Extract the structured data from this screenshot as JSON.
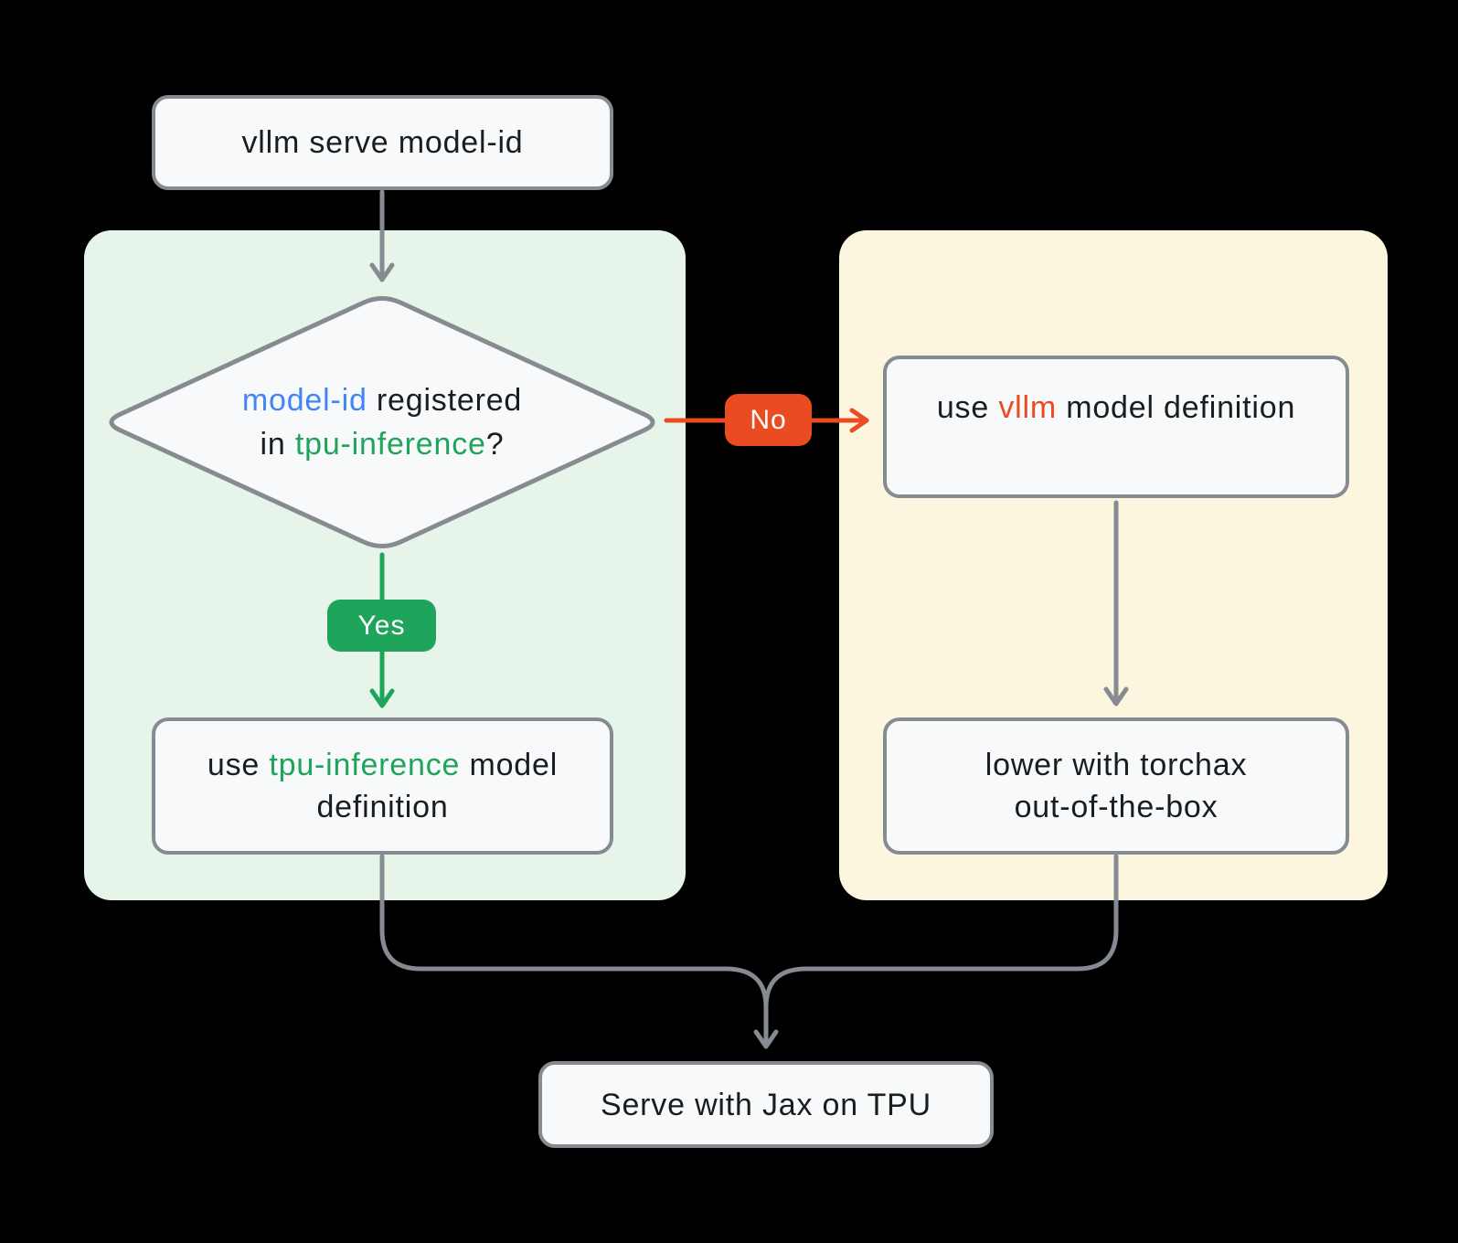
{
  "colors": {
    "background": "#000000",
    "panel_green": "#e7f4e9",
    "panel_yellow": "#fdf6df",
    "node_fill": "#f8f9fa",
    "stroke_gray": "#858b90",
    "text_dark": "#1a1d1f",
    "accent_blue": "#4285f4",
    "accent_green": "#1fa45c",
    "accent_orange": "#eb4b21",
    "badge_text": "#ffffff"
  },
  "nodes": {
    "start": {
      "label": "vllm serve model-id"
    },
    "decision": {
      "line1_highlight": "model-id",
      "line1_rest": " registered",
      "line2_pre": "in ",
      "line2_highlight": "tpu-inference",
      "line2_rest": "?"
    },
    "tpu_box": {
      "pre": "use ",
      "highlight": "tpu-inference",
      "post": " model",
      "line2": "definition"
    },
    "vllm_box": {
      "pre": "use ",
      "highlight": "vllm",
      "post": " model definition"
    },
    "torchax_box": {
      "line1": "lower with torchax",
      "line2": "out-of-the-box"
    },
    "serve": {
      "label": "Serve with Jax on TPU"
    }
  },
  "edges": {
    "yes_label": "Yes",
    "no_label": "No"
  }
}
